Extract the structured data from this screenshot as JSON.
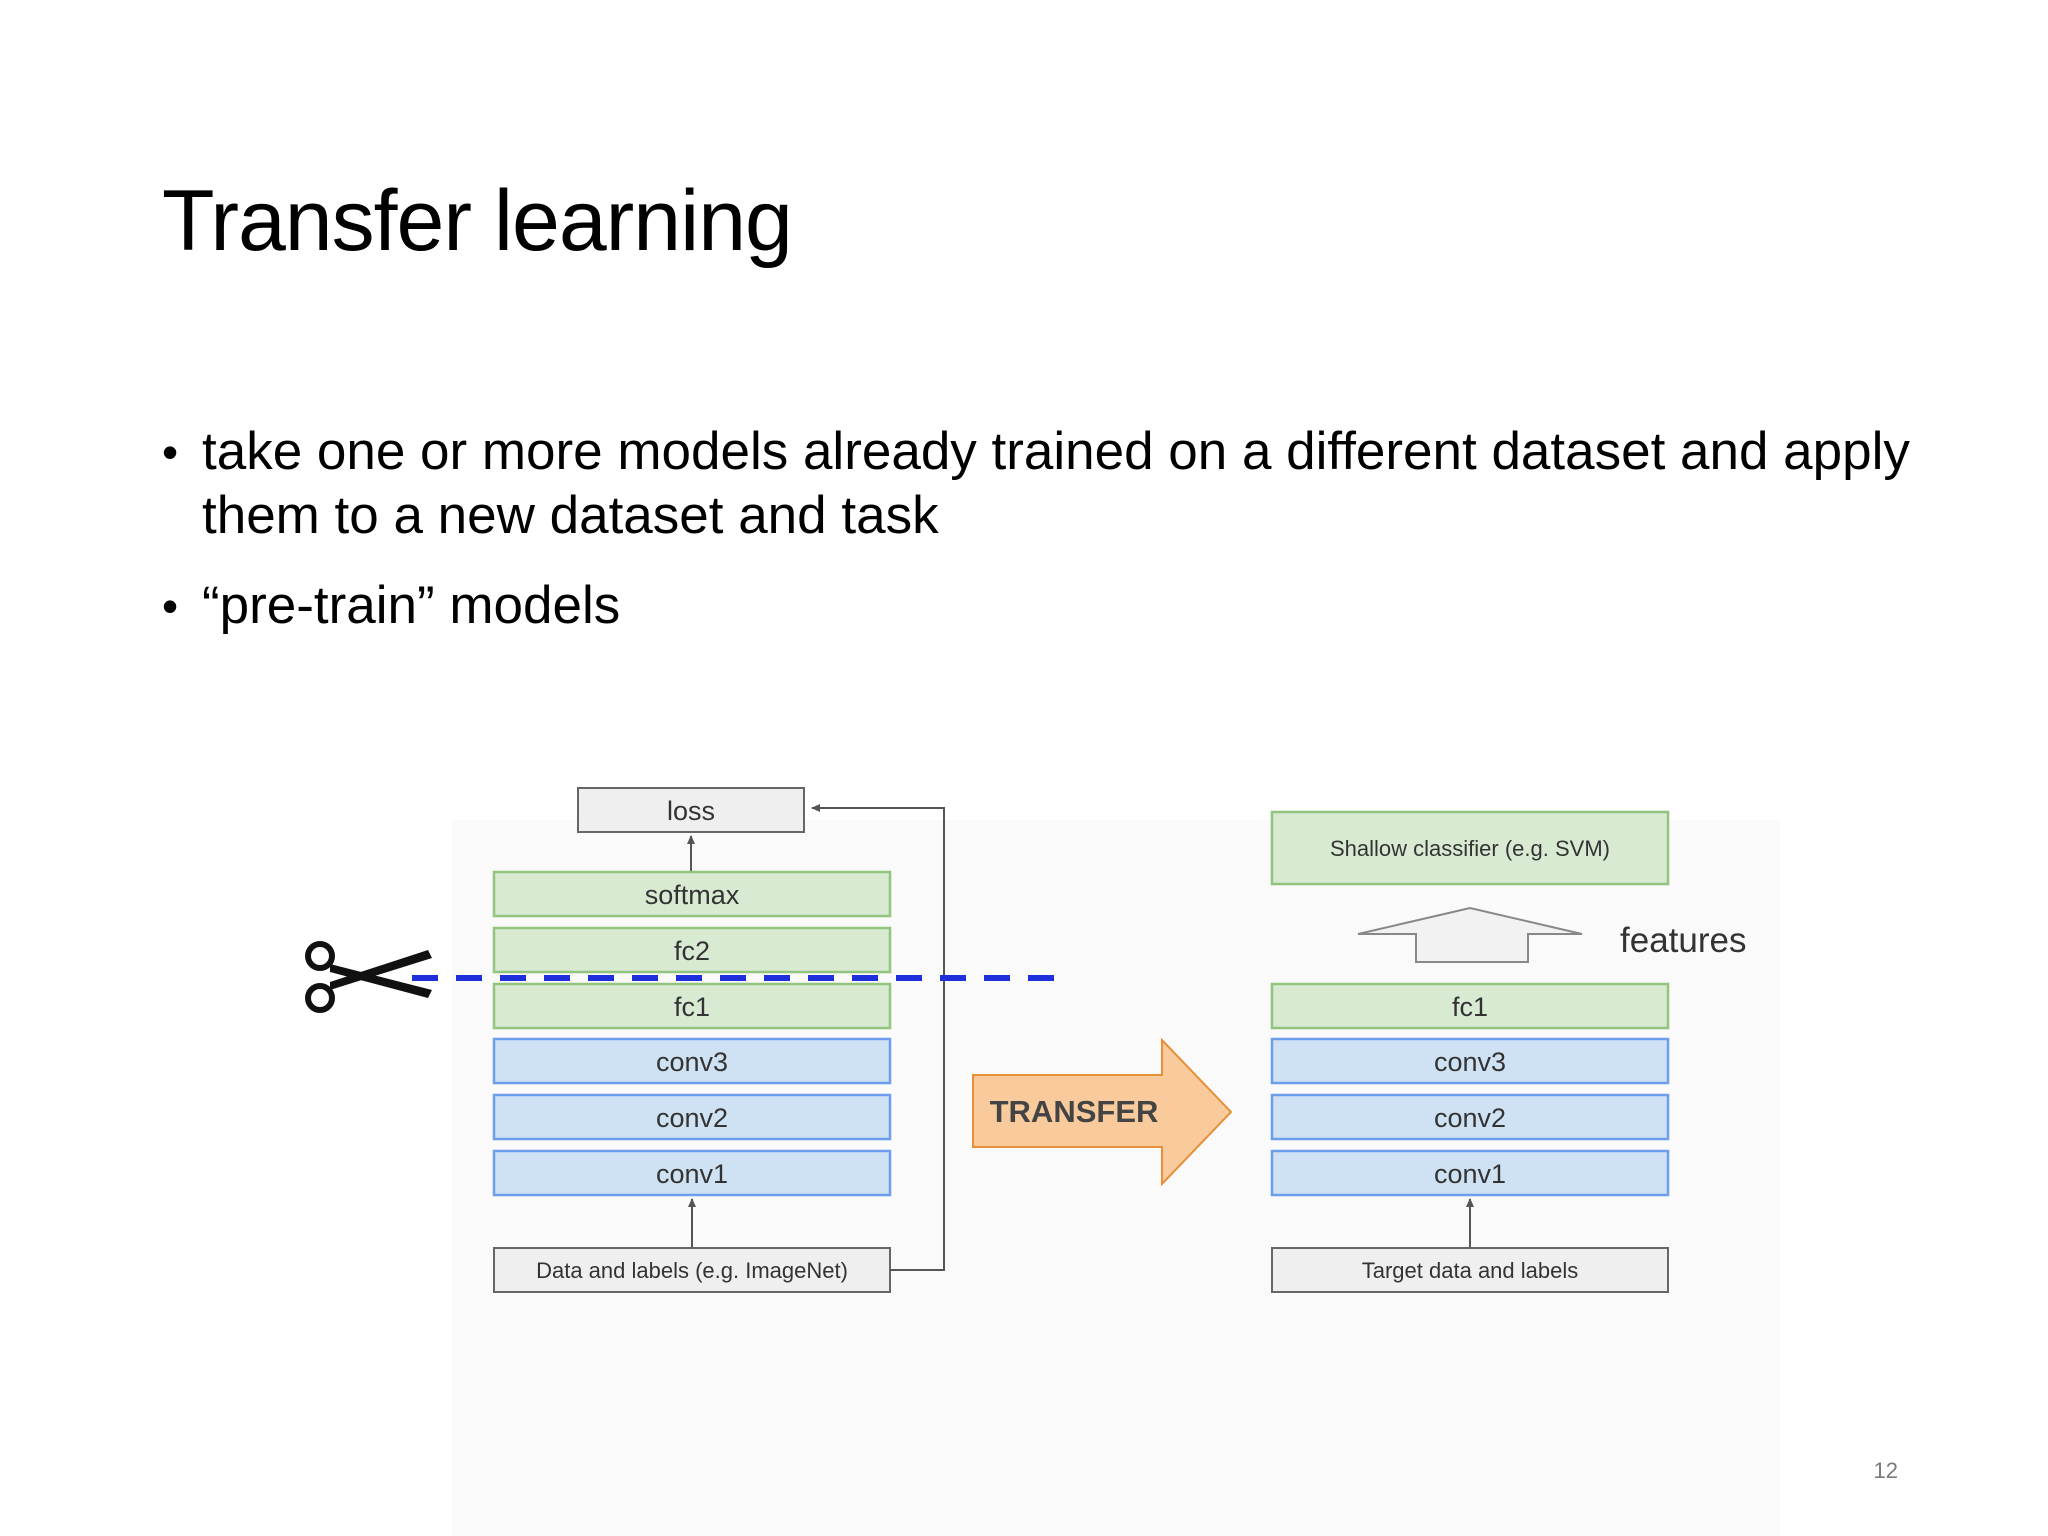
{
  "slide": {
    "title": "Transfer learning",
    "bullets": [
      "take one or more models already trained on a different dataset and apply them to a new dataset and task",
      "“pre-train” models"
    ],
    "page_number": "12"
  },
  "diagram": {
    "left_stack": {
      "loss": "loss",
      "softmax": "softmax",
      "fc2": "fc2",
      "fc1": "fc1",
      "conv3": "conv3",
      "conv2": "conv2",
      "conv1": "conv1",
      "input": "Data and labels (e.g. ImageNet)"
    },
    "transfer_label": "TRANSFER",
    "right_stack": {
      "classifier": "Shallow classifier (e.g. SVM)",
      "features_label": "features",
      "fc1": "fc1",
      "conv3": "conv3",
      "conv2": "conv2",
      "conv1": "conv1",
      "input": "Target data and labels"
    },
    "colors": {
      "green_fill": "#d9ead3",
      "green_stroke": "#93c47d",
      "blue_fill": "#cfe2f3",
      "blue_stroke": "#6d9eeb",
      "gray_fill": "#efefef",
      "gray_stroke": "#666666",
      "transfer_fill": "#f9cb9c",
      "transfer_stroke": "#e69138",
      "cut_line": "#1f2fdb"
    }
  }
}
